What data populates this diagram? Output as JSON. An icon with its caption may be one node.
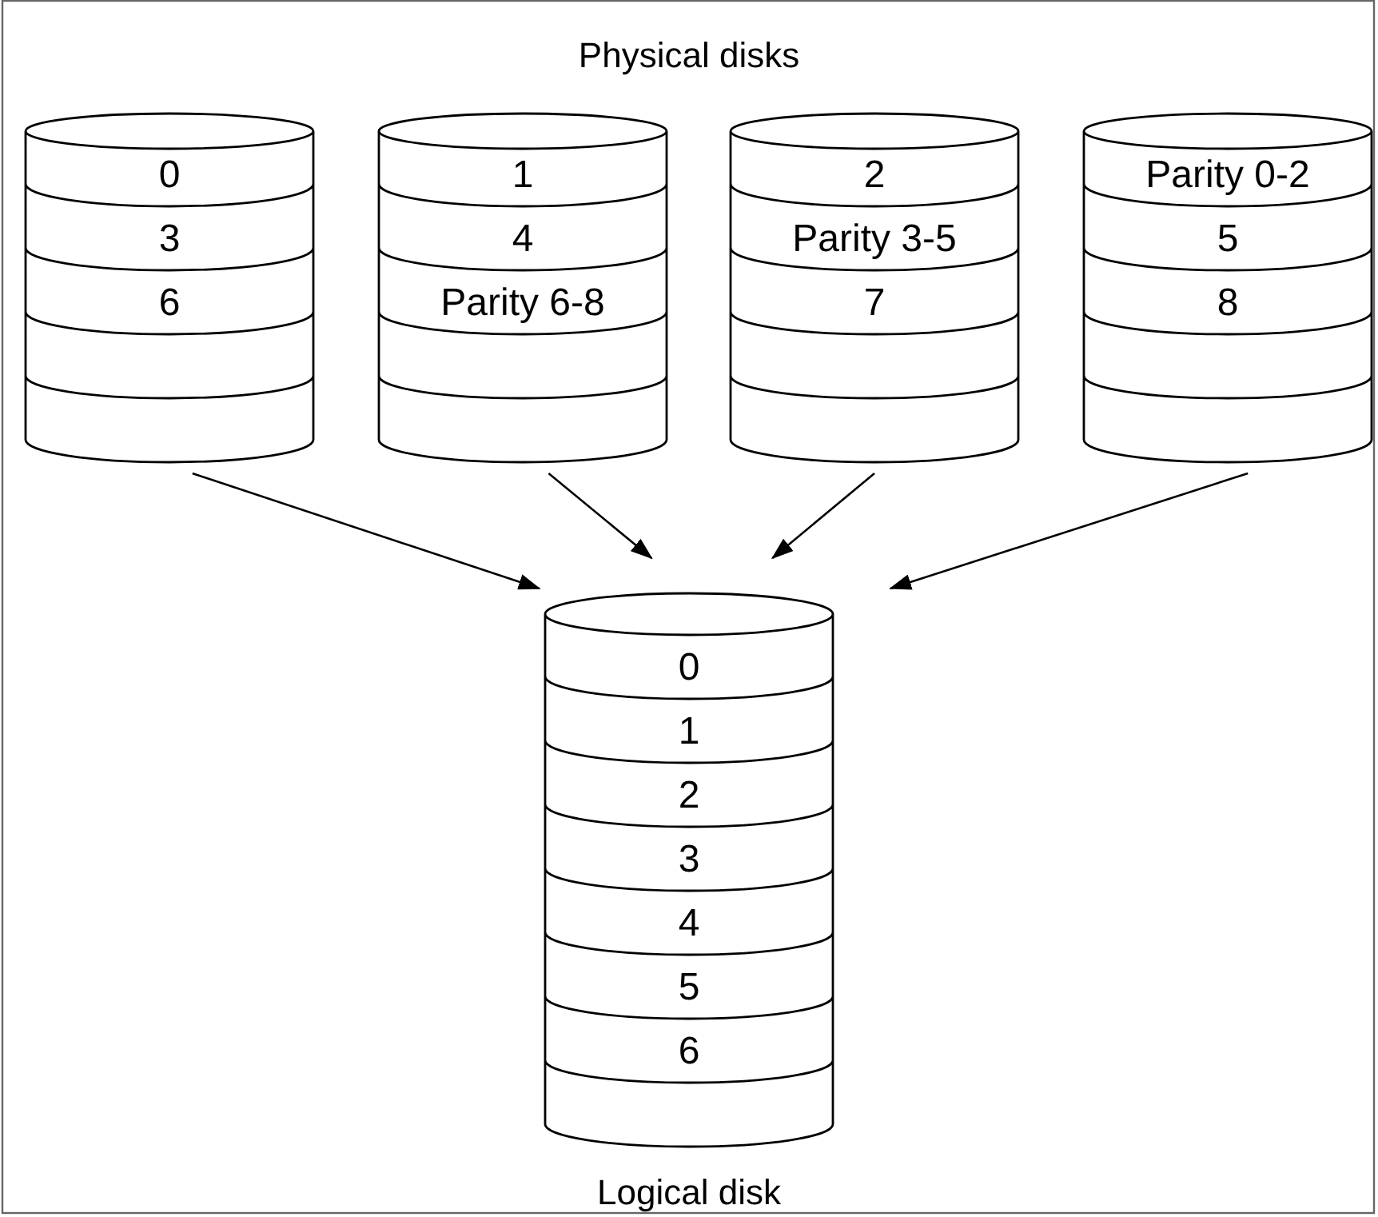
{
  "diagram": {
    "title": "Physical disks",
    "nodes": [
      {
        "text": [
          "0",
          "3",
          "6"
        ]
      },
      {
        "text": [
          "1",
          "4",
          "Parity 6-8"
        ]
      },
      {
        "text": [
          "2",
          "Parity 3-5",
          "7"
        ]
      },
      {
        "text": [
          "Parity 0-2",
          "5",
          "8"
        ]
      },
      {
        "text": [
          "0",
          "1",
          "2",
          "3",
          "4",
          "5",
          "6"
        ],
        "beside": [
          "Logical disk"
        ]
      }
    ],
    "edges": [
      {
        "from": 0,
        "to": 4,
        "arrow": "to"
      },
      {
        "from": 1,
        "to": 4,
        "arrow": "to"
      },
      {
        "from": 2,
        "to": 4,
        "arrow": "to"
      },
      {
        "from": 3,
        "to": 4,
        "arrow": "to"
      }
    ]
  }
}
